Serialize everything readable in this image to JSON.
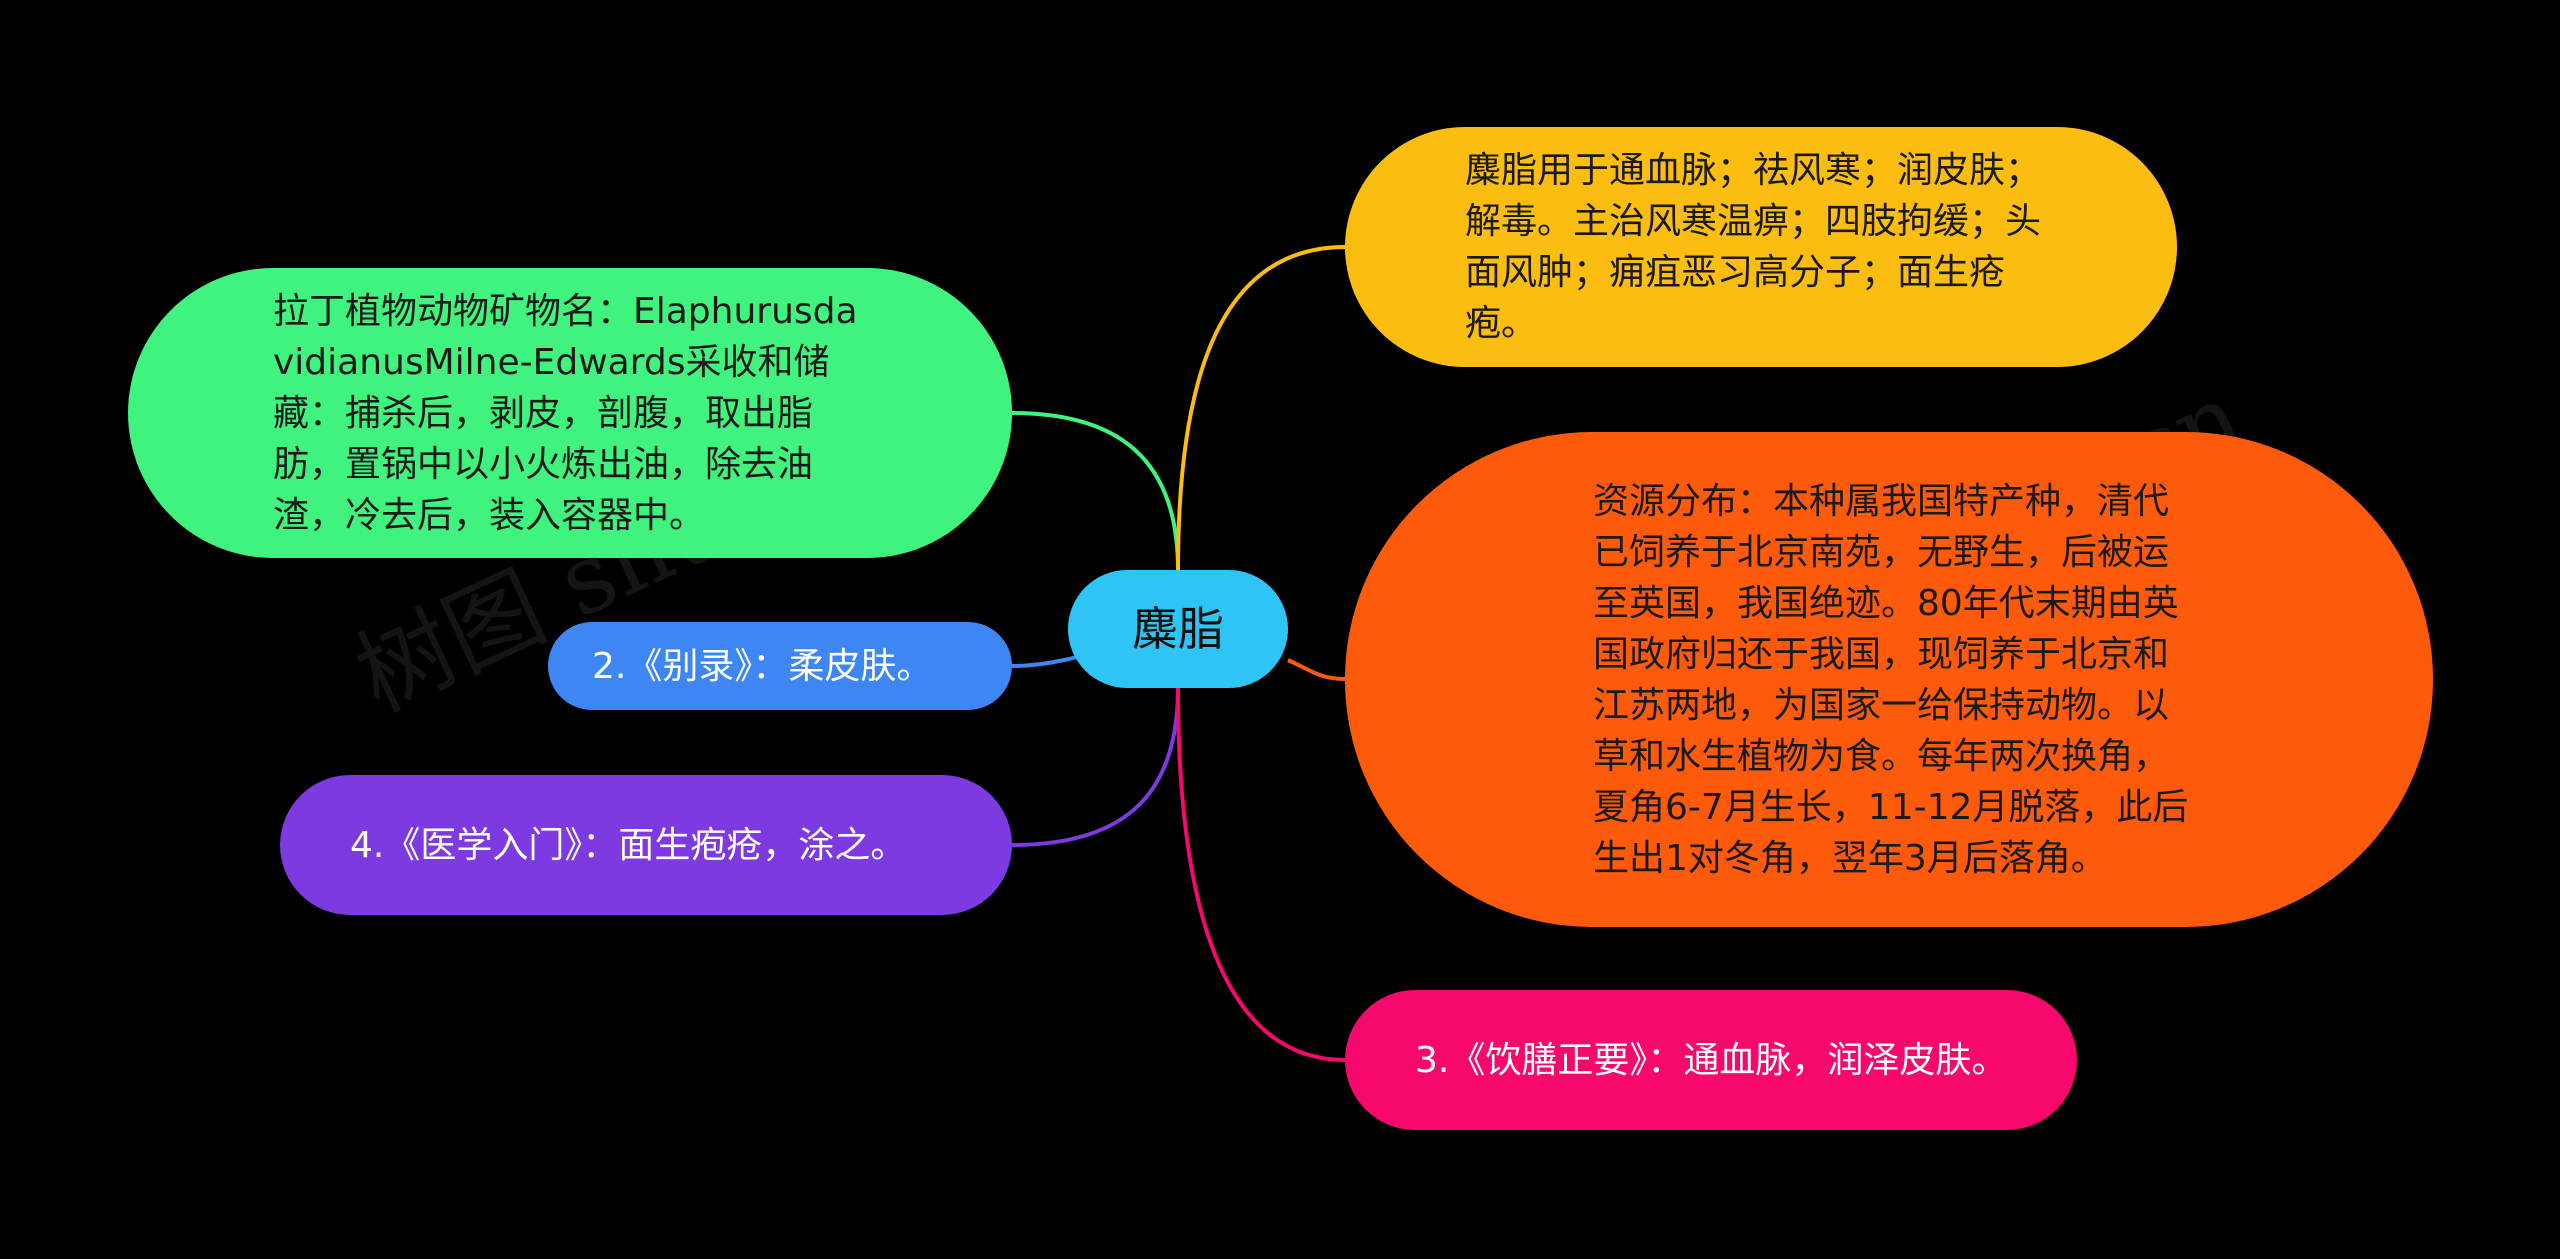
{
  "center": {
    "label": "麋脂"
  },
  "nodes": {
    "left1": {
      "text": "拉丁植物动物矿物名：ElaphurusdavidianusMilne-Edwards采收和储藏：捕杀后，剥皮，剖腹，取出脂肪，置锅中以小火炼出油，除去油渣，冷去后，装入容器中。",
      "color": "#3ff37e"
    },
    "left2": {
      "text": "2.《别录》：柔皮肤。",
      "color": "#3d86f4"
    },
    "left3": {
      "text": "4.《医学入门》：面生疱疮，涂之。",
      "color": "#7c3ae0"
    },
    "right1": {
      "text": "麋脂用于通血脉；祛风寒；润皮肤；解毒。主治风寒温痹；四肢拘缓；头面风肿；痈疽恶习高分子；面生疮疱。",
      "color": "#fbbd10"
    },
    "right2": {
      "text": "资源分布：本种属我国特产种，清代已饲养于北京南苑，无野生，后被运至英国，我国绝迹。80年代末期由英国政府归还于我国，现饲养于北京和江苏两地，为国家一给保持动物。以草和水生植物为食。每年两次换角，夏角6-7月生长，11-12月脱落，此后生出1对冬角，翌年3月后落角。",
      "color": "#fe5a0c"
    },
    "right3": {
      "text": "3.《饮膳正要》：通血脉，润泽皮肤。",
      "color": "#f7086c"
    }
  },
  "watermark": {
    "text": "树图 shutu.cn"
  }
}
